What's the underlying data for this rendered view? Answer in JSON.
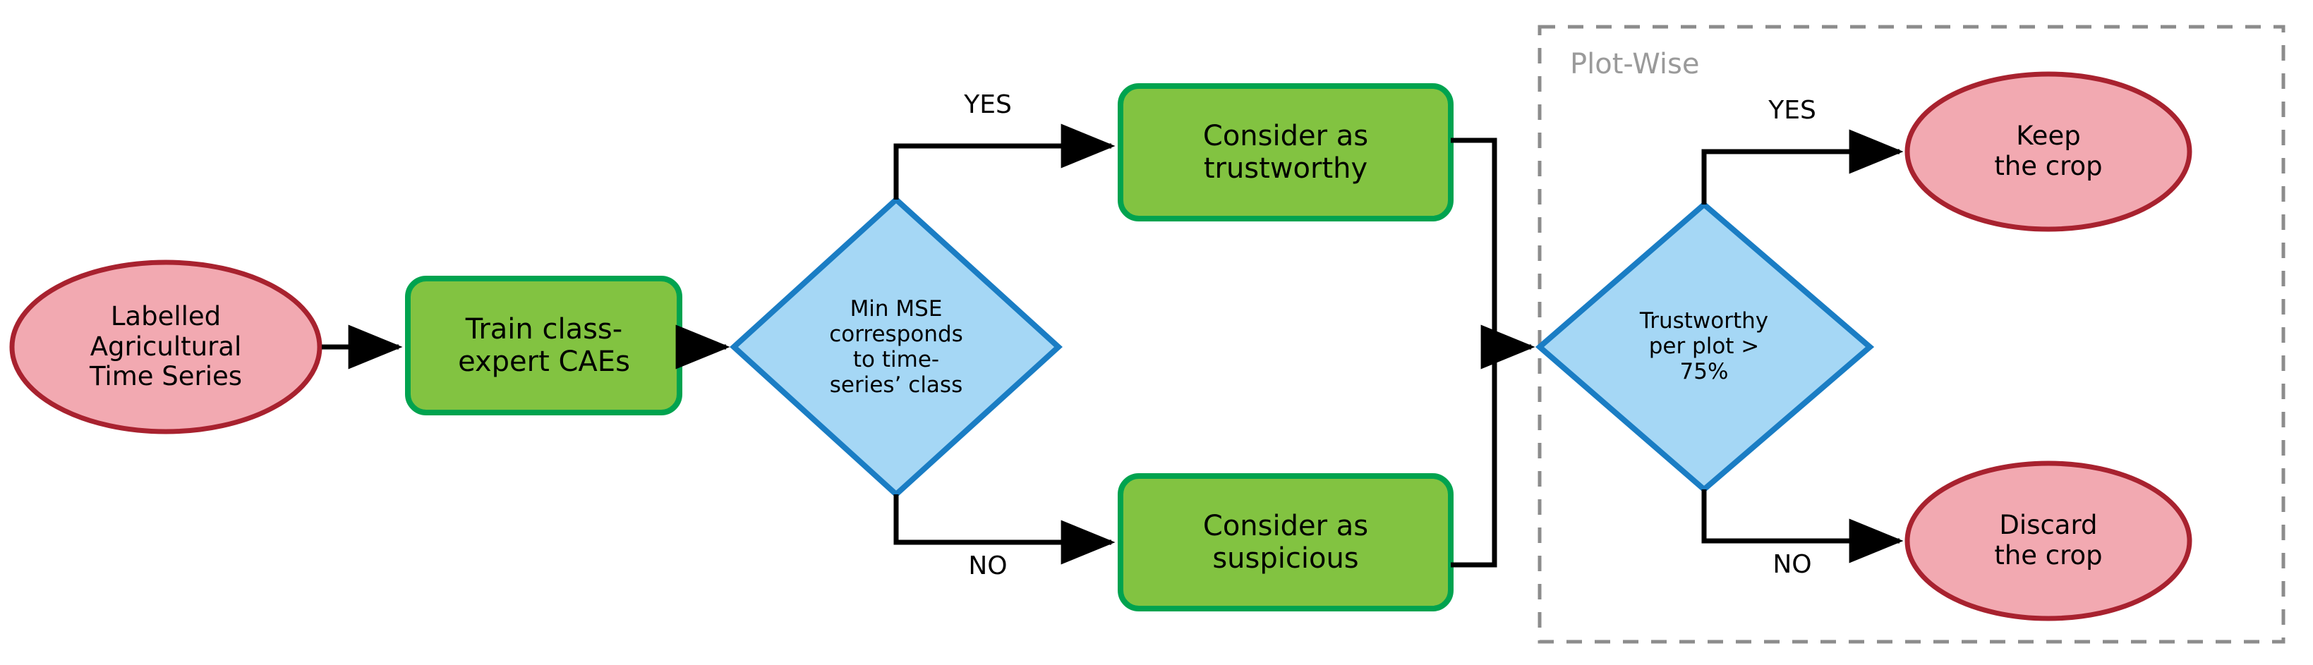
{
  "diagram": {
    "title_visible": false,
    "nodes": {
      "input_data": {
        "label": "Labelled\nAgricultural\nTime Series",
        "shape": "ellipse",
        "fill": "#f2a9b1",
        "stroke": "#a8222f"
      },
      "train_caes": {
        "label": "Train class-\nexpert CAEs",
        "shape": "rounded-rect",
        "fill": "#82c341",
        "stroke": "#00a34f"
      },
      "decision_mse": {
        "label": "Min MSE\ncorresponds\nto time-\nseries’ class",
        "shape": "diamond",
        "fill": "#a5d7f5",
        "stroke": "#1a7dc4"
      },
      "trustworthy": {
        "label": "Consider as\ntrustworthy",
        "shape": "rounded-rect",
        "fill": "#82c341",
        "stroke": "#00a34f"
      },
      "suspicious": {
        "label": "Consider as\nsuspicious",
        "shape": "rounded-rect",
        "fill": "#82c341",
        "stroke": "#00a34f"
      },
      "decision_plot": {
        "label": "Trustworthy\nper plot >\n75%",
        "shape": "diamond",
        "fill": "#a5d7f5",
        "stroke": "#1a7dc4"
      },
      "keep_crop": {
        "label": "Keep\nthe crop",
        "shape": "ellipse",
        "fill": "#f2a9b1",
        "stroke": "#a8222f"
      },
      "discard_crop": {
        "label": "Discard\nthe crop",
        "shape": "ellipse",
        "fill": "#f2a9b1",
        "stroke": "#a8222f"
      }
    },
    "edge_labels": {
      "mse_yes": "YES",
      "mse_no": "NO",
      "plot_yes": "YES",
      "plot_no": "NO"
    },
    "groups": {
      "plot_wise": {
        "title": "Plot-Wise",
        "border_style": "dashed",
        "border_color": "#8c8c8c"
      }
    },
    "colors": {
      "terminal_fill": "#f2a9b1",
      "terminal_stroke": "#a8222f",
      "process_fill": "#82c341",
      "process_stroke": "#00a34f",
      "decision_fill": "#a5d7f5",
      "decision_stroke": "#1a7dc4",
      "edge": "#000000",
      "group_border": "#8c8c8c",
      "group_title": "#9a9a9a",
      "background": "#ffffff"
    }
  }
}
